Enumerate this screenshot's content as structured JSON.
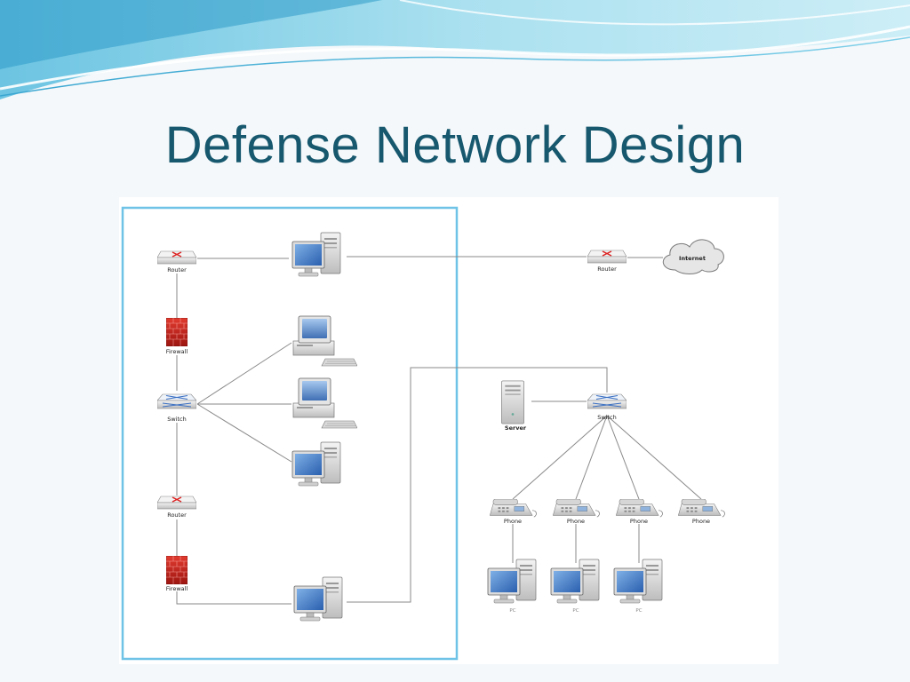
{
  "slide": {
    "title": "Defense Network Design",
    "colors": {
      "title": "#17586e",
      "accent": "#5bb8dd",
      "frame": "#6ec3e6"
    }
  },
  "diagram": {
    "labels": {
      "router_top": "Router",
      "firewall_top": "Firewall",
      "switch_left": "Switch",
      "router_bottom": "Router",
      "firewall_bottom": "Firewall",
      "router_external": "Router",
      "internet": "Internet",
      "server": "Server",
      "switch_right": "Switch",
      "phone_1": "Phone",
      "phone_2": "Phone",
      "phone_3": "Phone",
      "phone_4": "Phone",
      "pc_1": "PC",
      "pc_2": "PC",
      "pc_3": "PC"
    },
    "icons": {
      "router": "router-icon",
      "firewall": "firewall-icon",
      "switch": "switch-icon",
      "server": "server-icon",
      "phone": "phone-icon",
      "workstation": "workstation-icon",
      "desktop": "desktop-computer-icon",
      "cloud": "internet-cloud-icon"
    }
  }
}
